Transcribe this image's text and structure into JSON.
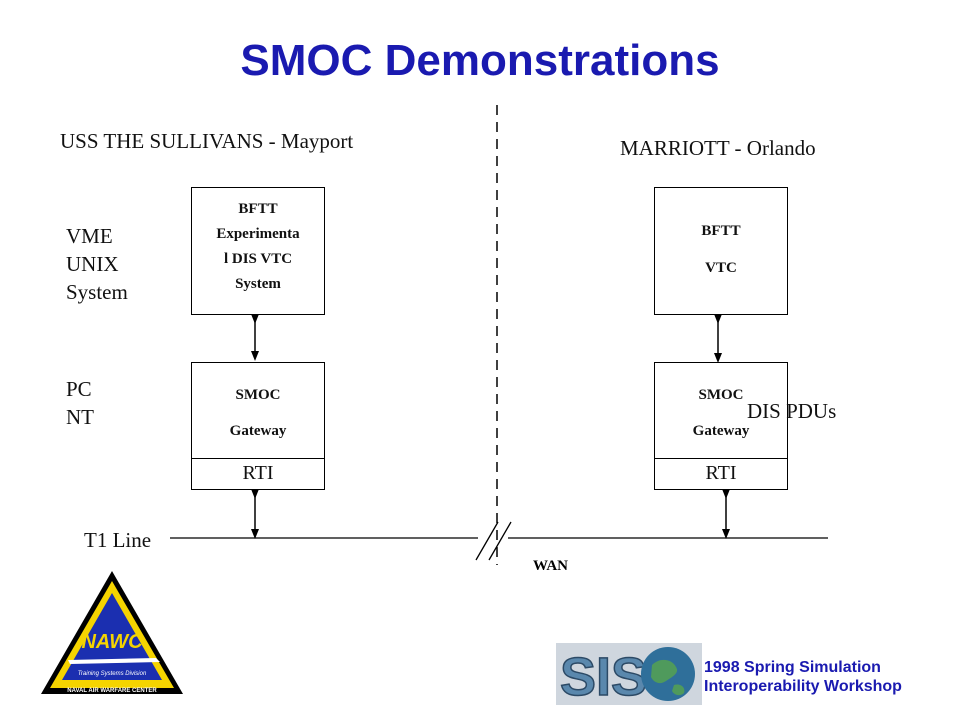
{
  "title": "SMOC Demonstrations",
  "left_site": {
    "label": "USS  THE  SULLIVANS - Mayport",
    "system_label": [
      "VME",
      "UNIX",
      "System"
    ],
    "pc_label": [
      "PC",
      "NT"
    ],
    "top_box": [
      "BFTT",
      "Experimenta",
      "l DIS   VTC",
      "System"
    ],
    "gateway_box": [
      "SMOC",
      "Gateway"
    ],
    "rti_label": "RTI"
  },
  "right_site": {
    "label": "MARRIOTT - Orlando",
    "top_box": [
      "BFTT",
      "VTC"
    ],
    "gateway_box": [
      "SMOC",
      "Gateway"
    ],
    "rti_label": "RTI",
    "dis_pdus": "DIS PDUs"
  },
  "network": {
    "t1_line": "T1 Line",
    "wan": "WAN"
  },
  "logos": {
    "nawc": "NAWC",
    "nawc_sub": "Training Systems Division",
    "nawc_bottom": "NAVAL AIR WARFARE CENTER",
    "siso": "SIS"
  },
  "footer": {
    "line1": "1998 Spring Simulation",
    "line2": "Interoperability Workshop"
  },
  "colors": {
    "title": "#1a1ab0",
    "footer": "#1a1ab0",
    "logo_yellow": "#f5d400",
    "logo_blue": "#1b2fb0"
  }
}
